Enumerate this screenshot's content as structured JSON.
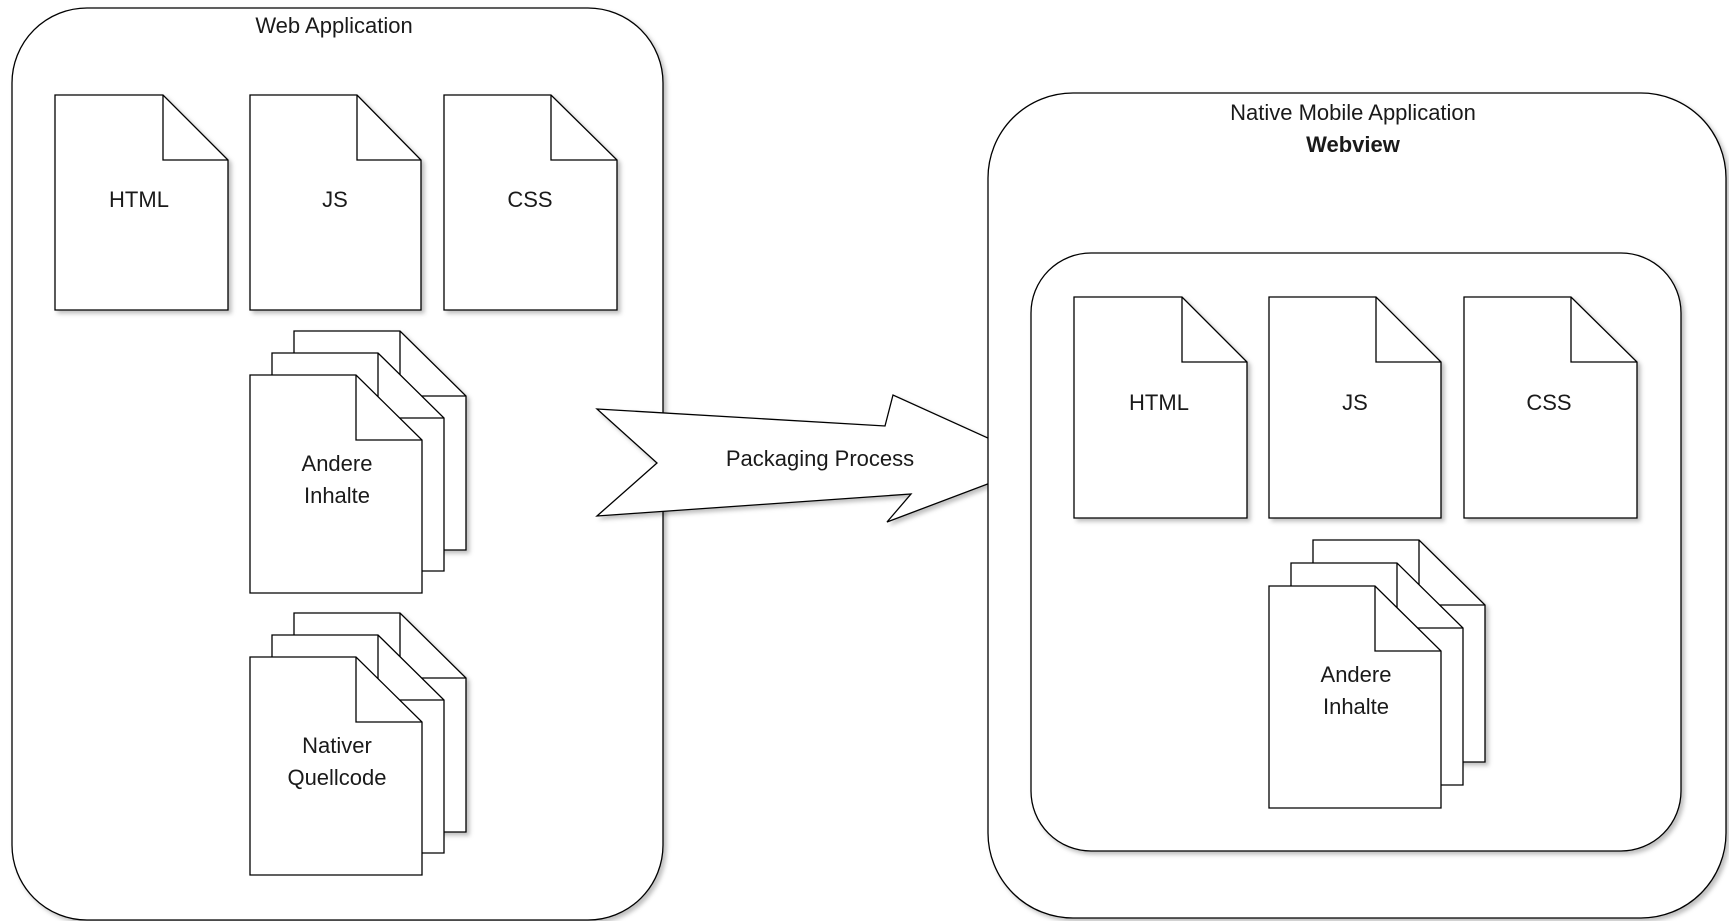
{
  "web_app": {
    "title": "Web Application",
    "docs": [
      "HTML",
      "JS",
      "CSS"
    ],
    "stack_other": [
      "Andere",
      "Inhalte"
    ],
    "stack_native": [
      "Nativer",
      "Quellcode"
    ]
  },
  "arrow": {
    "label": "Packaging Process"
  },
  "native_app": {
    "title": "Native Mobile Application",
    "subtitle": "Webview",
    "docs": [
      "HTML",
      "JS",
      "CSS"
    ],
    "stack_other": [
      "Andere",
      "Inhalte"
    ]
  }
}
